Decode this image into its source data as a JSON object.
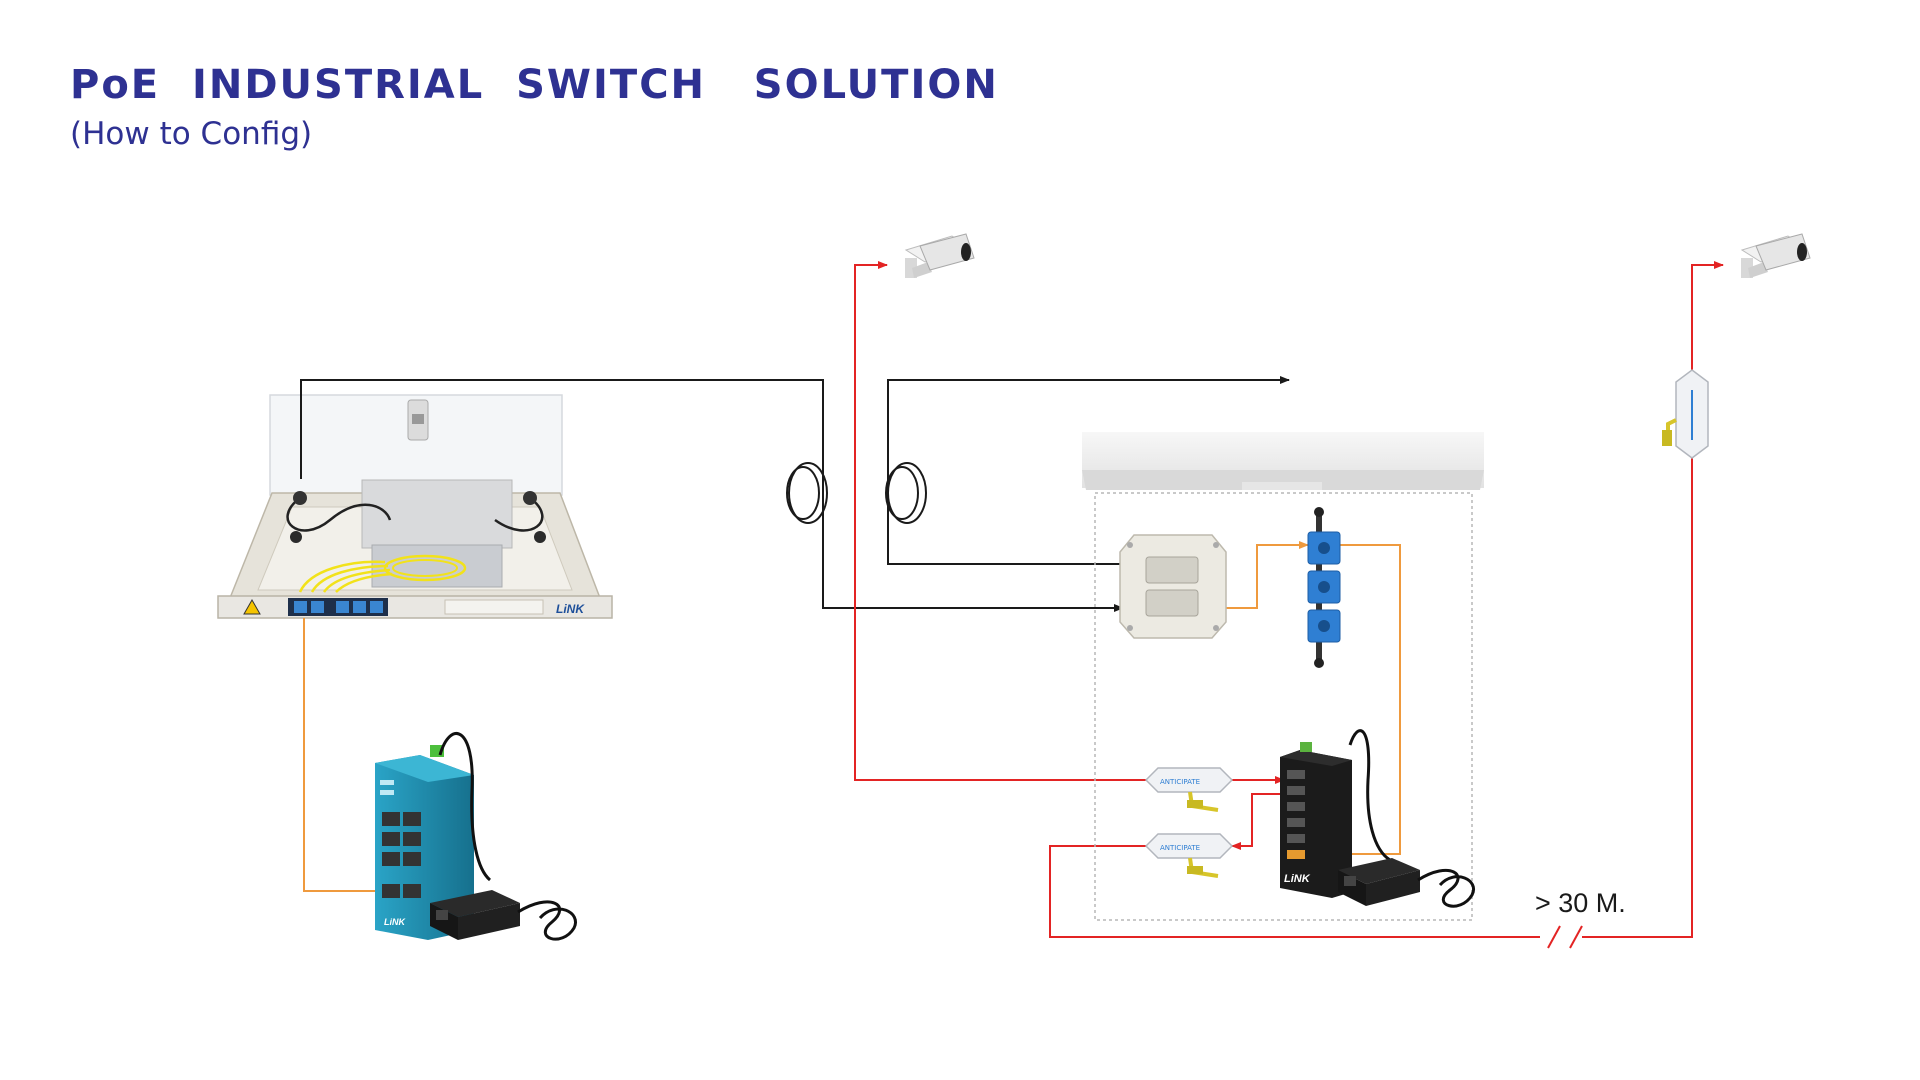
{
  "header": {
    "title": "PoE  INDUSTRIAL  SWITCH   SOLUTION",
    "subtitle": "(How to Config)"
  },
  "link": {
    "distance_label": "> 30 M."
  },
  "devices": {
    "panel_brand": "LiNK",
    "switch_blue_brand": "LiNK",
    "switch_black_brand": "LiNK",
    "surge_brand": "ANTICIPATE"
  },
  "colors": {
    "title": "#2e3192",
    "poe_cable": "#e32424",
    "fiber_cable": "#ef9a3e",
    "trunk_cable": "#1a1a1a",
    "adapter_blue": "#2f7fd3",
    "switch_blue": "#1e8fb0",
    "switch_black": "#1b1b1b"
  },
  "icons": [
    "cctv-camera-icon",
    "fiber-patch-panel-icon",
    "fiber-coil-icon",
    "outdoor-cabinet-icon",
    "fiber-terminal-box-icon",
    "sc-adapter-icon",
    "industrial-switch-icon",
    "power-adapter-icon",
    "surge-protector-icon"
  ]
}
